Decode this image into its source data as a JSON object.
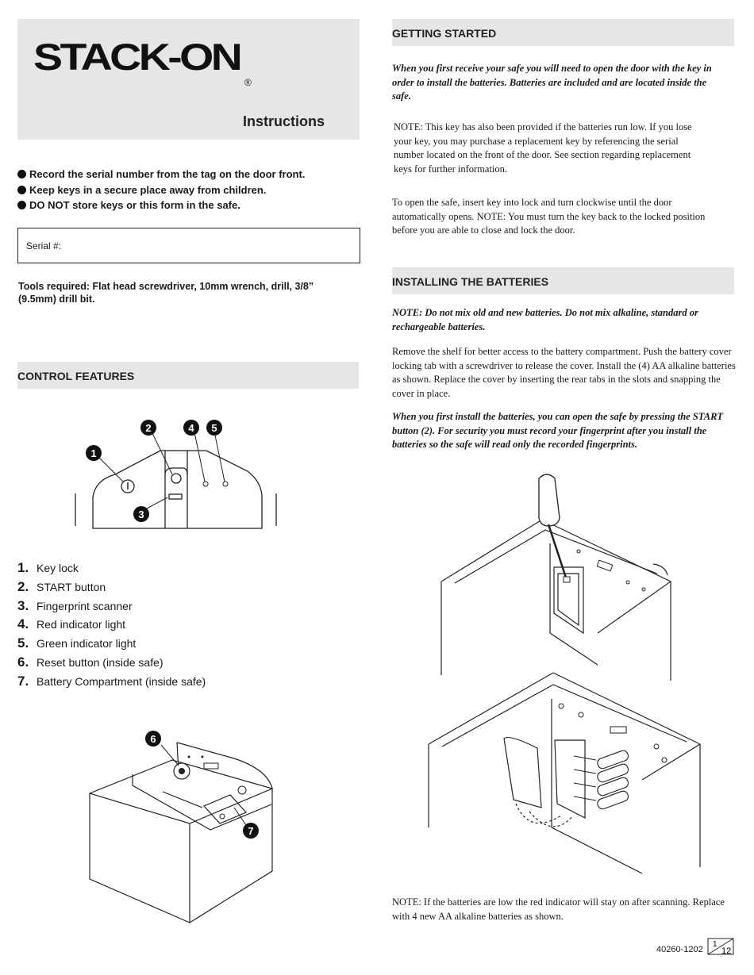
{
  "header": {
    "brand": "STACK-ON",
    "brand_mark": "®",
    "title": "Instructions"
  },
  "bullets": [
    "Record the serial number from the tag on the door front.",
    "Keep keys in a secure place away from children.",
    "DO NOT store keys or this form in the safe."
  ],
  "serial": {
    "label": "Serial #:"
  },
  "tools": "Tools required:  Flat head screwdriver, 10mm wrench, drill, 3/8” (9.5mm) drill bit.",
  "control_features": {
    "title": "CONTROL FEATURES",
    "callouts": [
      "1",
      "2",
      "3",
      "4",
      "5",
      "6",
      "7"
    ],
    "items": [
      {
        "num": "1.",
        "label": "Key lock"
      },
      {
        "num": "2.",
        "label": "START button"
      },
      {
        "num": "3.",
        "label": "Fingerprint scanner"
      },
      {
        "num": "4.",
        "label": "Red indicator light"
      },
      {
        "num": "5.",
        "label": "Green indicator light"
      },
      {
        "num": "6.",
        "label": "Reset button (inside safe)"
      },
      {
        "num": "7.",
        "label": "Battery Compartment (inside safe)"
      }
    ]
  },
  "getting_started": {
    "title": "GETTING STARTED",
    "intro": "When you first receive your safe you will need to open the door with the key in order to install the batteries.  Batteries are included and are located inside the safe.",
    "note": "NOTE:  This key has also been provided if the batteries run low.  If you lose your key, you may purchase a replacement key by referencing the serial number located on the front of the door.  See section regarding replacement keys for further information.",
    "open": "To open the safe, insert key into lock and turn clockwise until the door automatically opens.  NOTE:  You must turn the key back to the locked position before you are able to close and lock the door."
  },
  "installing": {
    "title": "INSTALLING THE BATTERIES",
    "note": "NOTE:  Do not mix old and new batteries.  Do not mix alkaline, standard or rechargeable batteries.",
    "body": "Remove the shelf for better access to the battery compartment.  Push the battery cover locking tab with a screwdriver to release the cover.  Install the (4) AA alkaline batteries as shown.  Replace the cover by inserting the rear tabs in the slots and snapping the cover in place.",
    "first": "When you first install the batteries, you can open the safe by pressing the START button (2).  For security you must record your fingerprint after you install the batteries so the safe will read only the recorded fingerprints.",
    "low": "NOTE:  If the batteries are low the red indicator will stay on after scanning. Replace with 4 new AA alkaline batteries as shown."
  },
  "footer": {
    "code": "40260-1202",
    "page": "1",
    "total": "12"
  }
}
